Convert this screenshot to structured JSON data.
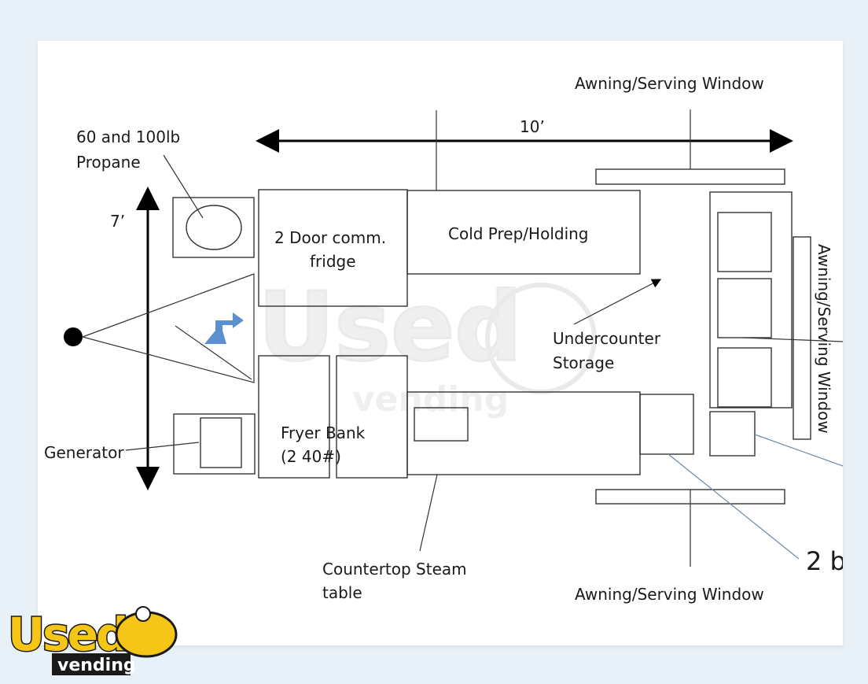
{
  "labels": {
    "awning_top": "Awning/Serving Window",
    "awning_bottom": "Awning/Serving Window",
    "awning_right": "Awning/Serving Window",
    "width_dim": "10’",
    "height_dim": "7’",
    "propane_line1": "60 and 100lb",
    "propane_line2": "Propane",
    "fridge_line1": "2 Door comm.",
    "fridge_line2": "fridge",
    "cold_prep": "Cold Prep/Holding",
    "undercounter_line1": "Undercounter",
    "undercounter_line2": "Storage",
    "fryer_line1": "Fryer Bank",
    "fryer_line2": "(2 40#)",
    "generator": "Generator",
    "steam_line1": "Countertop Steam",
    "steam_line2": "table",
    "two_b": "2 b"
  },
  "watermark": {
    "word": "Used",
    "sub": "vending"
  },
  "logo": {
    "word": "Used",
    "sub": "vending"
  },
  "colors": {
    "background": "#e8f1f7",
    "arrow_icon": "#5b8fd0",
    "logo_fill": "#f5c518",
    "logo_outline": "#1a1a1a"
  }
}
